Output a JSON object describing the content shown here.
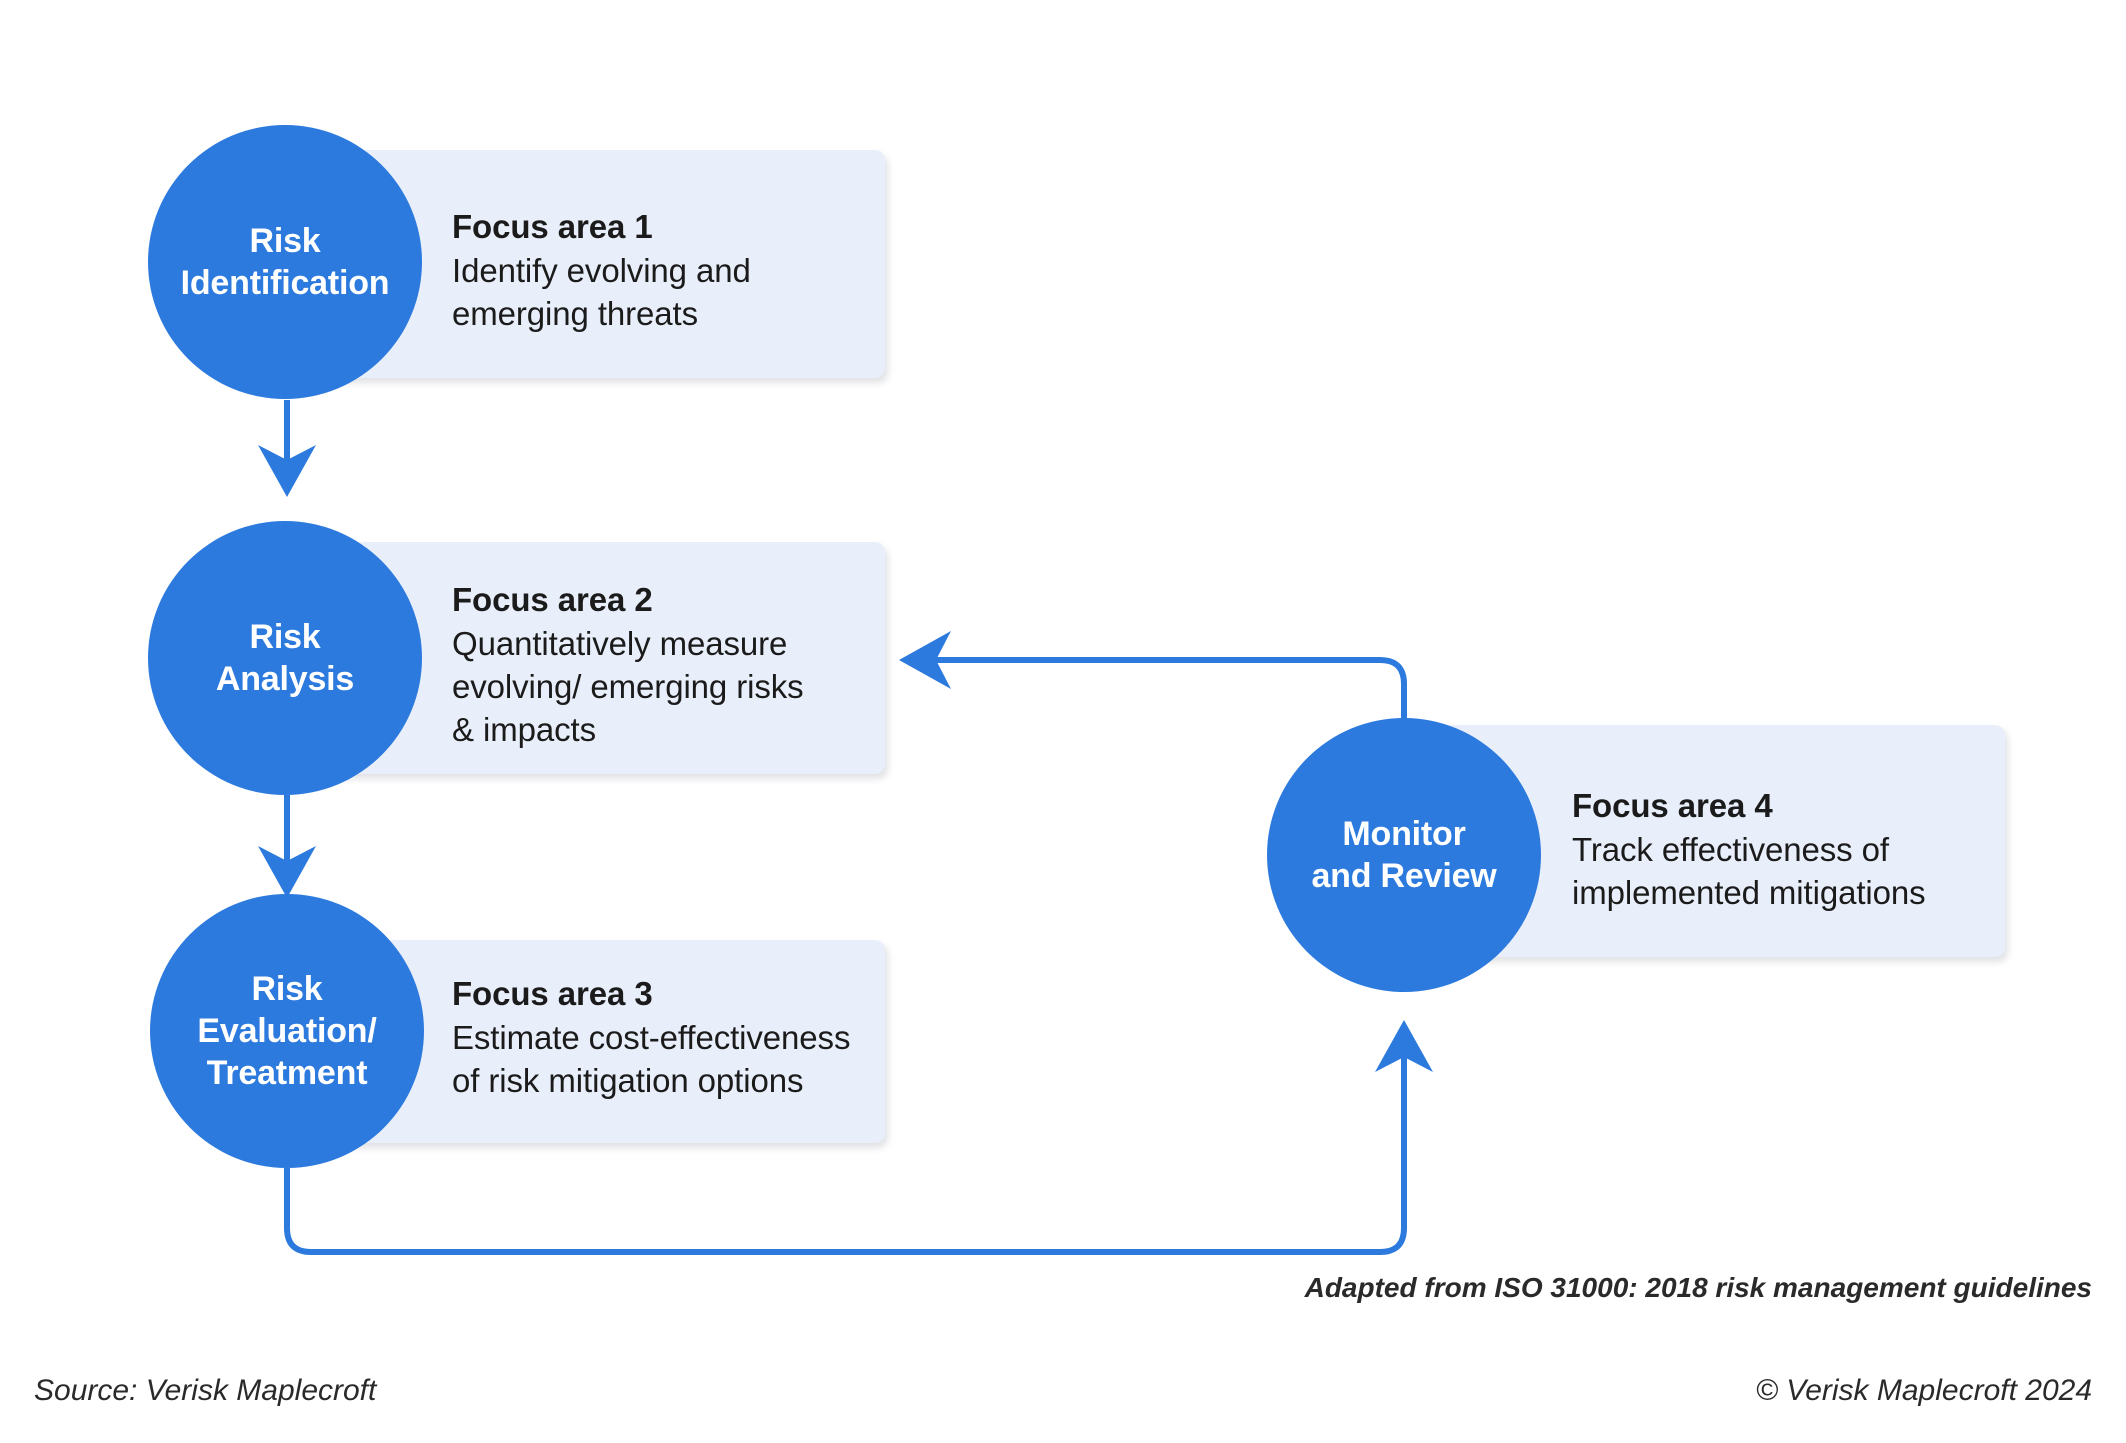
{
  "theme": {
    "node_blue": "#2c7ade",
    "box_bg": "#e9effa",
    "text_dark": "#1b1b1b",
    "page_bg": "#ffffff"
  },
  "diagram": {
    "type": "cyclical-process-flow",
    "nodes": [
      {
        "id": "risk-identification",
        "label": "Risk\nIdentification",
        "focus_title": "Focus area 1",
        "focus_desc": "Identify evolving and\nemerging threats"
      },
      {
        "id": "risk-analysis",
        "label": "Risk\nAnalysis",
        "focus_title": "Focus area 2",
        "focus_desc": "Quantitatively measure\nevolving/ emerging risks\n& impacts"
      },
      {
        "id": "risk-evaluation-treatment",
        "label": "Risk\nEvaluation/\nTreatment",
        "focus_title": "Focus area 3",
        "focus_desc": "Estimate cost-effectiveness\nof risk mitigation options"
      },
      {
        "id": "monitor-and-review",
        "label": "Monitor\nand Review",
        "focus_title": "Focus area 4",
        "focus_desc": "Track effectiveness of\nimplemented mitigations"
      }
    ],
    "connectors": [
      {
        "id": "arrow-identification-to-analysis",
        "from": "risk-identification",
        "to": "risk-analysis",
        "style": "straight-down"
      },
      {
        "id": "arrow-analysis-to-evaluation",
        "from": "risk-analysis",
        "to": "risk-evaluation-treatment",
        "style": "straight-down"
      },
      {
        "id": "arrow-evaluation-to-monitor",
        "from": "risk-evaluation-treatment",
        "to": "monitor-and-review",
        "style": "elbow-around-bottom"
      },
      {
        "id": "arrow-monitor-to-analysis",
        "from": "monitor-and-review",
        "to": "risk-analysis",
        "style": "elbow-up-and-left"
      }
    ]
  },
  "notes": {
    "adapted": "Adapted from ISO 31000: 2018 risk management guidelines",
    "source": "Source: Verisk Maplecroft",
    "copyright": "© Verisk Maplecroft 2024"
  }
}
